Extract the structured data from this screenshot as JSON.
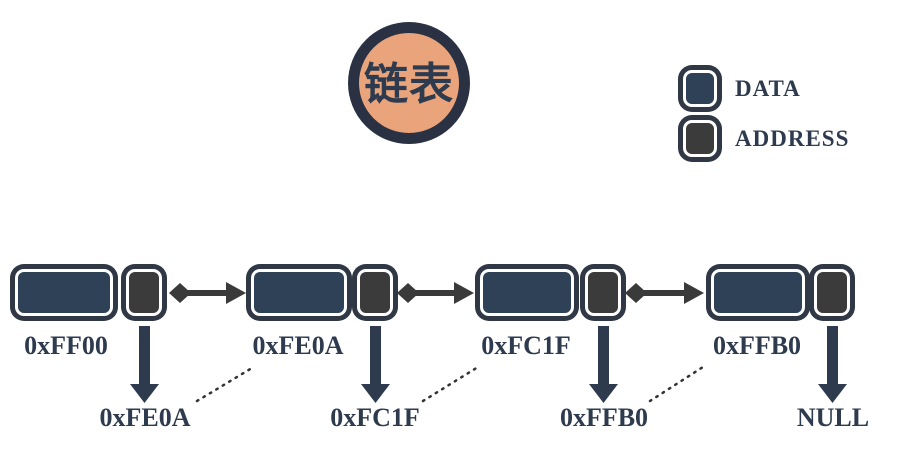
{
  "badge": {
    "label": "链表"
  },
  "legend": {
    "items": [
      {
        "id": "data",
        "label": "DATA",
        "color": "#2E4156"
      },
      {
        "id": "address",
        "label": "ADDRESS",
        "color": "#3B3B3B"
      }
    ]
  },
  "nodes": [
    {
      "address_label": "0xFF00",
      "pointer_value": "0xFE0A"
    },
    {
      "address_label": "0xFE0A",
      "pointer_value": "0xFC1F"
    },
    {
      "address_label": "0xFC1F",
      "pointer_value": "0xFFB0"
    },
    {
      "address_label": "0xFFB0",
      "pointer_value": "NULL"
    }
  ],
  "colors": {
    "background": "#FFFFFF",
    "data_fill": "#2E4156",
    "address_fill": "#3B3B3B",
    "box_border": "#2F3844",
    "connector_arrow": "#3A3A3A",
    "down_arrow": "#2E3B4E",
    "label_text": "#2E3B4E",
    "badge_fill": "#E9A47C",
    "badge_border": "#2A3143"
  }
}
